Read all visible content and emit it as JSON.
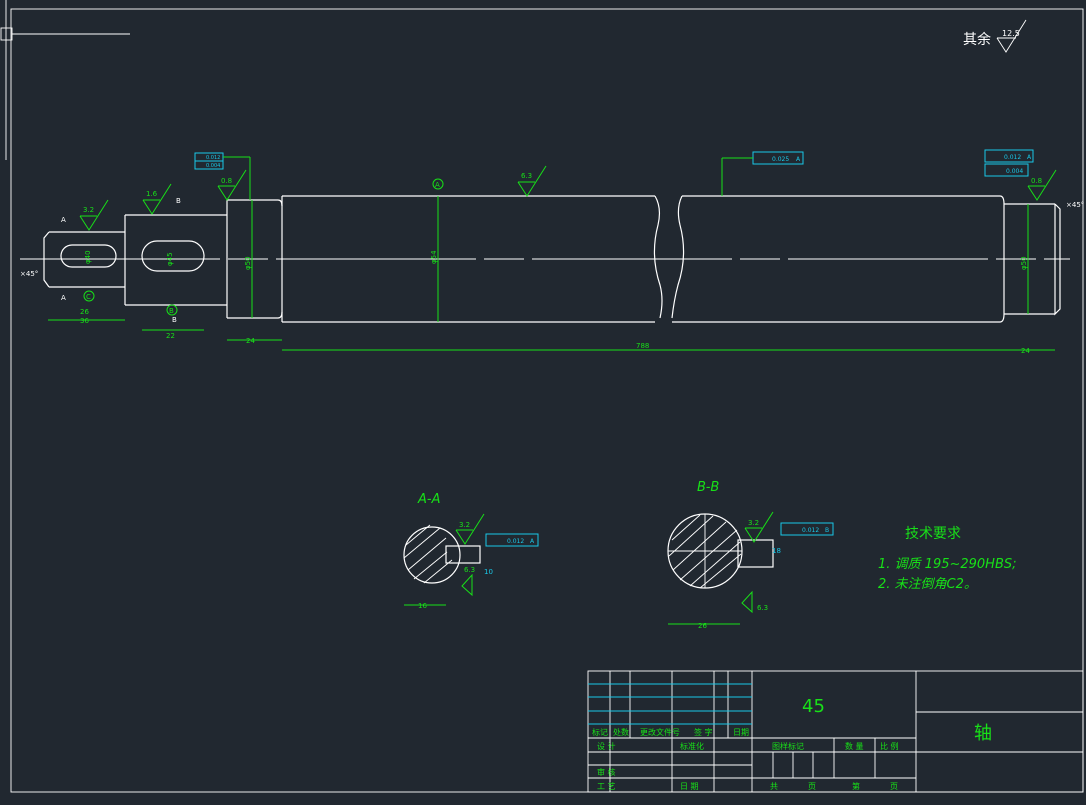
{
  "drawing": {
    "roughness_other": {
      "label": "其余",
      "value": "12.5"
    },
    "section_a": {
      "title": "A-A",
      "roughness": "3.2",
      "roughness2": "6.3",
      "tolerance": "0.012",
      "datum": "A",
      "dim_width": "16",
      "dim_depth": "10"
    },
    "section_b": {
      "title": "B-B",
      "roughness": "3.2",
      "roughness2": "6.3",
      "tolerance": "0.012",
      "datum": "B",
      "dim_width": "26",
      "dim_depth": "18"
    },
    "notes": {
      "title": "技术要求",
      "items": [
        "1. 调质 195~290HBS;",
        "2. 未注倒角C2。"
      ]
    },
    "shaft": {
      "total_length": "788",
      "main_diameter": "φ54",
      "left_step_diameter": "φ50",
      "right_step_diameter": "φ50",
      "key_a_dim": "φ40",
      "key_b_dim": "φ45",
      "len_1": "26",
      "len_2": "36",
      "len_3": "22",
      "len_4": "24",
      "len_5": "24",
      "chamfer_left": "×45°",
      "chamfer_right": "×45°",
      "roughness_marks": [
        "3.2",
        "1.6",
        "0.8",
        "6.3",
        "0.8"
      ],
      "datum_labels": [
        "A",
        "B",
        "C"
      ],
      "tol_left": [
        "0.012",
        "0.004"
      ],
      "tol_mid": "0.025",
      "tol_mid_datum": "A",
      "tol_right": [
        "0.012",
        "0.004"
      ],
      "tol_right_datum": "A",
      "section_markers": [
        "A",
        "A",
        "B",
        "B"
      ]
    }
  },
  "title_block": {
    "material": "45",
    "part_name": "轴",
    "headers": [
      "标记",
      "处数",
      "更改文件号",
      "签 字",
      "日期"
    ],
    "designer_label": "设 计",
    "standard_label": "标准化",
    "review_label": "审 核",
    "process_label": "工 艺",
    "date_label": "日 期",
    "stage_label": "图样标记",
    "quantity_label": "数 量",
    "scale_label": "比 例",
    "total_label": "共",
    "page_label": "页",
    "sheet_label": "第",
    "page_label2": "页"
  },
  "colors": {
    "background": "#212830",
    "outline": "#ffffff",
    "dimension": "#18e018",
    "tolerance": "#19c8e8"
  }
}
